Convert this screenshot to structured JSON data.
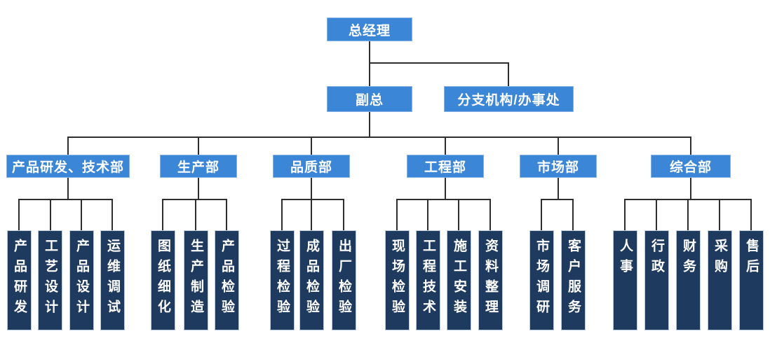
{
  "org": {
    "title": "company-organization-chart",
    "root": {
      "label": "总经理"
    },
    "level2": [
      {
        "label": "副总"
      },
      {
        "label": "分支机构/办事处"
      }
    ],
    "departments": [
      {
        "label": "产品研发、技术部",
        "children": [
          "产品研发",
          "工艺设计",
          "产品设计",
          "运维调试"
        ]
      },
      {
        "label": "生产部",
        "children": [
          "图纸细化",
          "生产制造",
          "产品检验"
        ]
      },
      {
        "label": "品质部",
        "children": [
          "过程检验",
          "成品检验",
          "出厂检验"
        ]
      },
      {
        "label": "工程部",
        "children": [
          "现场检验",
          "工程技术",
          "施工安装",
          "资料整理"
        ]
      },
      {
        "label": "市场部",
        "children": [
          "市场调研",
          "客户服务"
        ]
      },
      {
        "label": "综合部",
        "children": [
          "人事",
          "行政",
          "财务",
          "采购",
          "售后"
        ]
      }
    ],
    "colors": {
      "node_blue": "#3c86d8",
      "node_navy": "#1f3a5f",
      "line": "#2e2e2e",
      "background": "#ffffff"
    }
  }
}
